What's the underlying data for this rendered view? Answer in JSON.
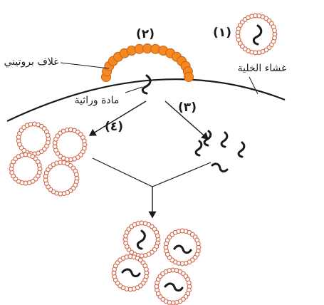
{
  "labels": {
    "protein_coat": "غلاف بروتيني",
    "genetic_material": "مادة وراثية",
    "cell_membrane": "غشاء الخلية"
  },
  "steps": {
    "s1": "(١)",
    "s2": "(٢)",
    "s3": "(٣)",
    "s4": "(٤)"
  },
  "colors": {
    "capsid_fill": "#f5891f",
    "capsid_stroke": "#c9611a",
    "ring": "#d2664a",
    "line": "#1a1a1a"
  }
}
